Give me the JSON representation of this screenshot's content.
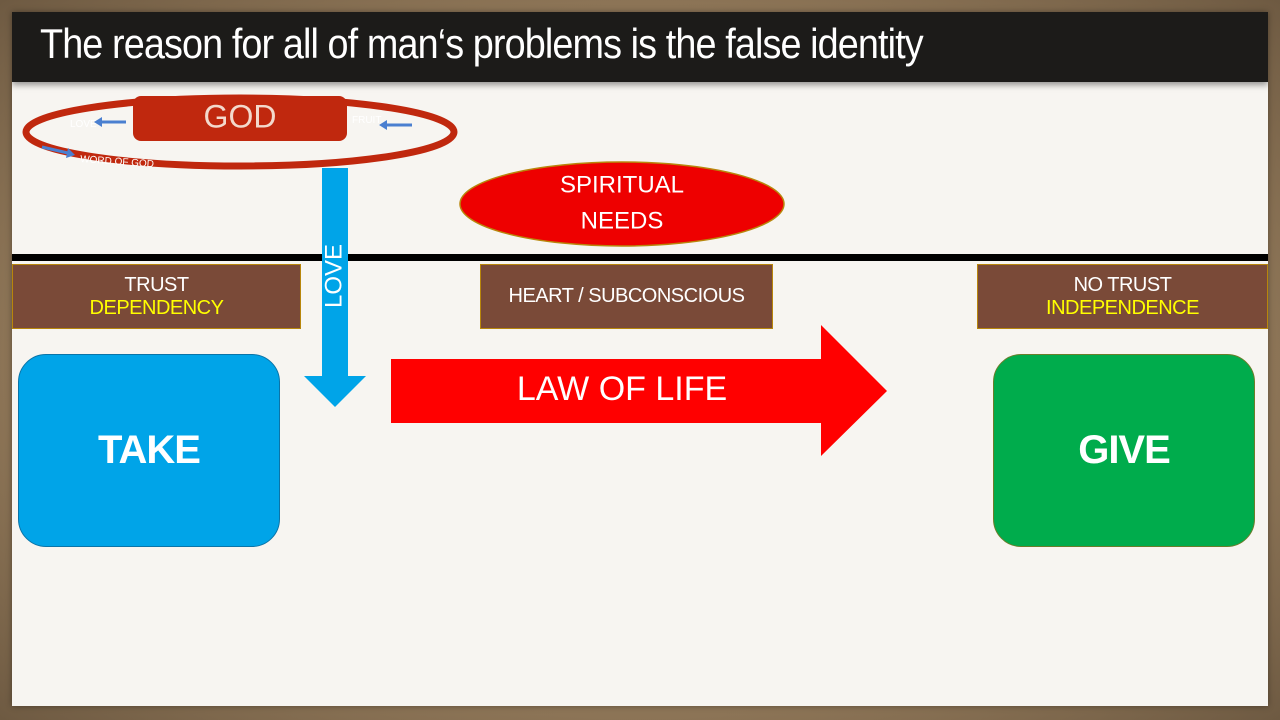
{
  "title": "The reason for all of man‘s problems is the false identity",
  "god": {
    "label": "GOD",
    "ring_labels": {
      "love": "LOVE",
      "fruit": "FRUIT",
      "word": "WORD OF GOD"
    }
  },
  "love_arrow_label": "LOVE",
  "spiritual_needs": {
    "line1": "SPIRITUAL",
    "line2": "NEEDS"
  },
  "boxes": {
    "left": {
      "line1": "TRUST",
      "line2": "DEPENDENCY"
    },
    "center": {
      "line1": "HEART / SUBCONSCIOUS"
    },
    "right": {
      "line1": "NO TRUST",
      "line2": "INDEPENDENCE"
    }
  },
  "law_of_life": "LAW OF LIFE",
  "take": "TAKE",
  "give": "GIVE",
  "colors": {
    "god_red": "#c0280e",
    "needs_red": "#ee0000",
    "love_blue": "#00a4e8",
    "law_red": "#ff0000",
    "box_brown": "#7a4a38",
    "take_blue": "#00a4e8",
    "give_green": "#00ac4c",
    "highlight_yellow": "#ffff00"
  }
}
